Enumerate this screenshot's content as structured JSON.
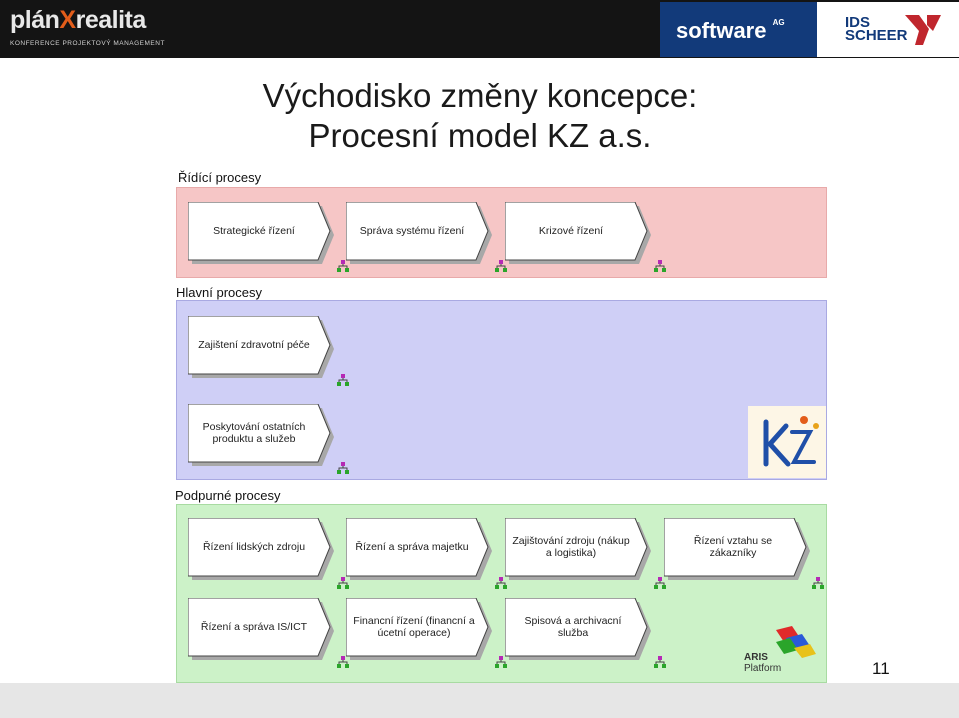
{
  "header": {
    "plan_logo_main": "plán",
    "plan_logo_x": "X",
    "plan_logo_rest": "realita",
    "plan_logo_sub": "KONFERENCE PROJEKTOVÝ MANAGEMENT",
    "software_logo": "software",
    "software_ag": "AG",
    "ids_line1": "IDS",
    "ids_line2": "SCHEER"
  },
  "title": {
    "line1": "Východisko změny koncepce:",
    "line2": "Procesní model KZ a.s."
  },
  "sections": {
    "ridici": {
      "label": "Řídící procesy",
      "items": [
        "Strategické řízení",
        "Správa systému řízení",
        "Krizové řízení"
      ]
    },
    "hlavni": {
      "label": "Hlavní procesy",
      "items": [
        "Zajištení zdravotní péče",
        "Poskytování ostatních produktu a služeb"
      ]
    },
    "podpurne": {
      "label": "Podpurné procesy",
      "row1": [
        "Řízení lidských zdroju",
        "Řízení a správa majetku",
        "Zajištování zdroju (nákup a logistika)",
        "Řízení vztahu se zákazníky"
      ],
      "row2": [
        "Řízení a správa IS/ICT",
        "Financní řízení (financní a úcetní operace)",
        "Spisová a archivacní služba"
      ]
    }
  },
  "logos": {
    "aris_line1": "ARIS",
    "aris_line2": "Platform"
  },
  "page_number": "11",
  "colors": {
    "ridici_band": "#f6c6c6",
    "hlavni_band": "#cfcff6",
    "podpurne_band": "#ccf2c8",
    "header_bg": "#141414",
    "software_bg": "#123a7a",
    "brand_orange": "#e35d1a"
  }
}
